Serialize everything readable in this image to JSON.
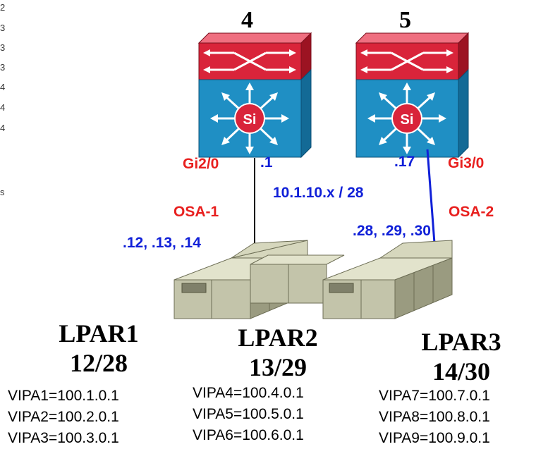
{
  "left_fragments": [
    "2",
    "3",
    "3",
    "3",
    "4",
    "4",
    "4",
    "s"
  ],
  "switches": [
    {
      "number": "4",
      "interface": "Gi2/0",
      "ip": ".1",
      "osa": "OSA-1"
    },
    {
      "number": "5",
      "interface": "Gi3/0",
      "ip": ".17",
      "osa": "OSA-2"
    }
  ],
  "switch_badge": "Si",
  "subnet": "10.1.10.x / 28",
  "osa_addresses": {
    "left": ".12, .13, .14",
    "right": ".28, .29, .30"
  },
  "lpars": [
    {
      "name": "LPAR1",
      "range": "12/28",
      "vipas": [
        "VIPA1=100.1.0.1",
        "VIPA2=100.2.0.1",
        "VIPA3=100.3.0.1"
      ]
    },
    {
      "name": "LPAR2",
      "range": "13/29",
      "vipas": [
        "VIPA4=100.4.0.1",
        "VIPA5=100.5.0.1",
        "VIPA6=100.6.0.1"
      ]
    },
    {
      "name": "LPAR3",
      "range": "14/30",
      "vipas": [
        "VIPA7=100.7.0.1",
        "VIPA8=100.8.0.1",
        "VIPA9=100.9.0.1"
      ]
    }
  ],
  "colors": {
    "switch_top": "#d9243a",
    "switch_body": "#1f8fc4",
    "link_blue": "#1020d8",
    "label_red": "#e8201f",
    "mainframe": "#c3c4aa"
  },
  "icons": [
    "layer3-switch-icon",
    "mainframe-icon"
  ]
}
